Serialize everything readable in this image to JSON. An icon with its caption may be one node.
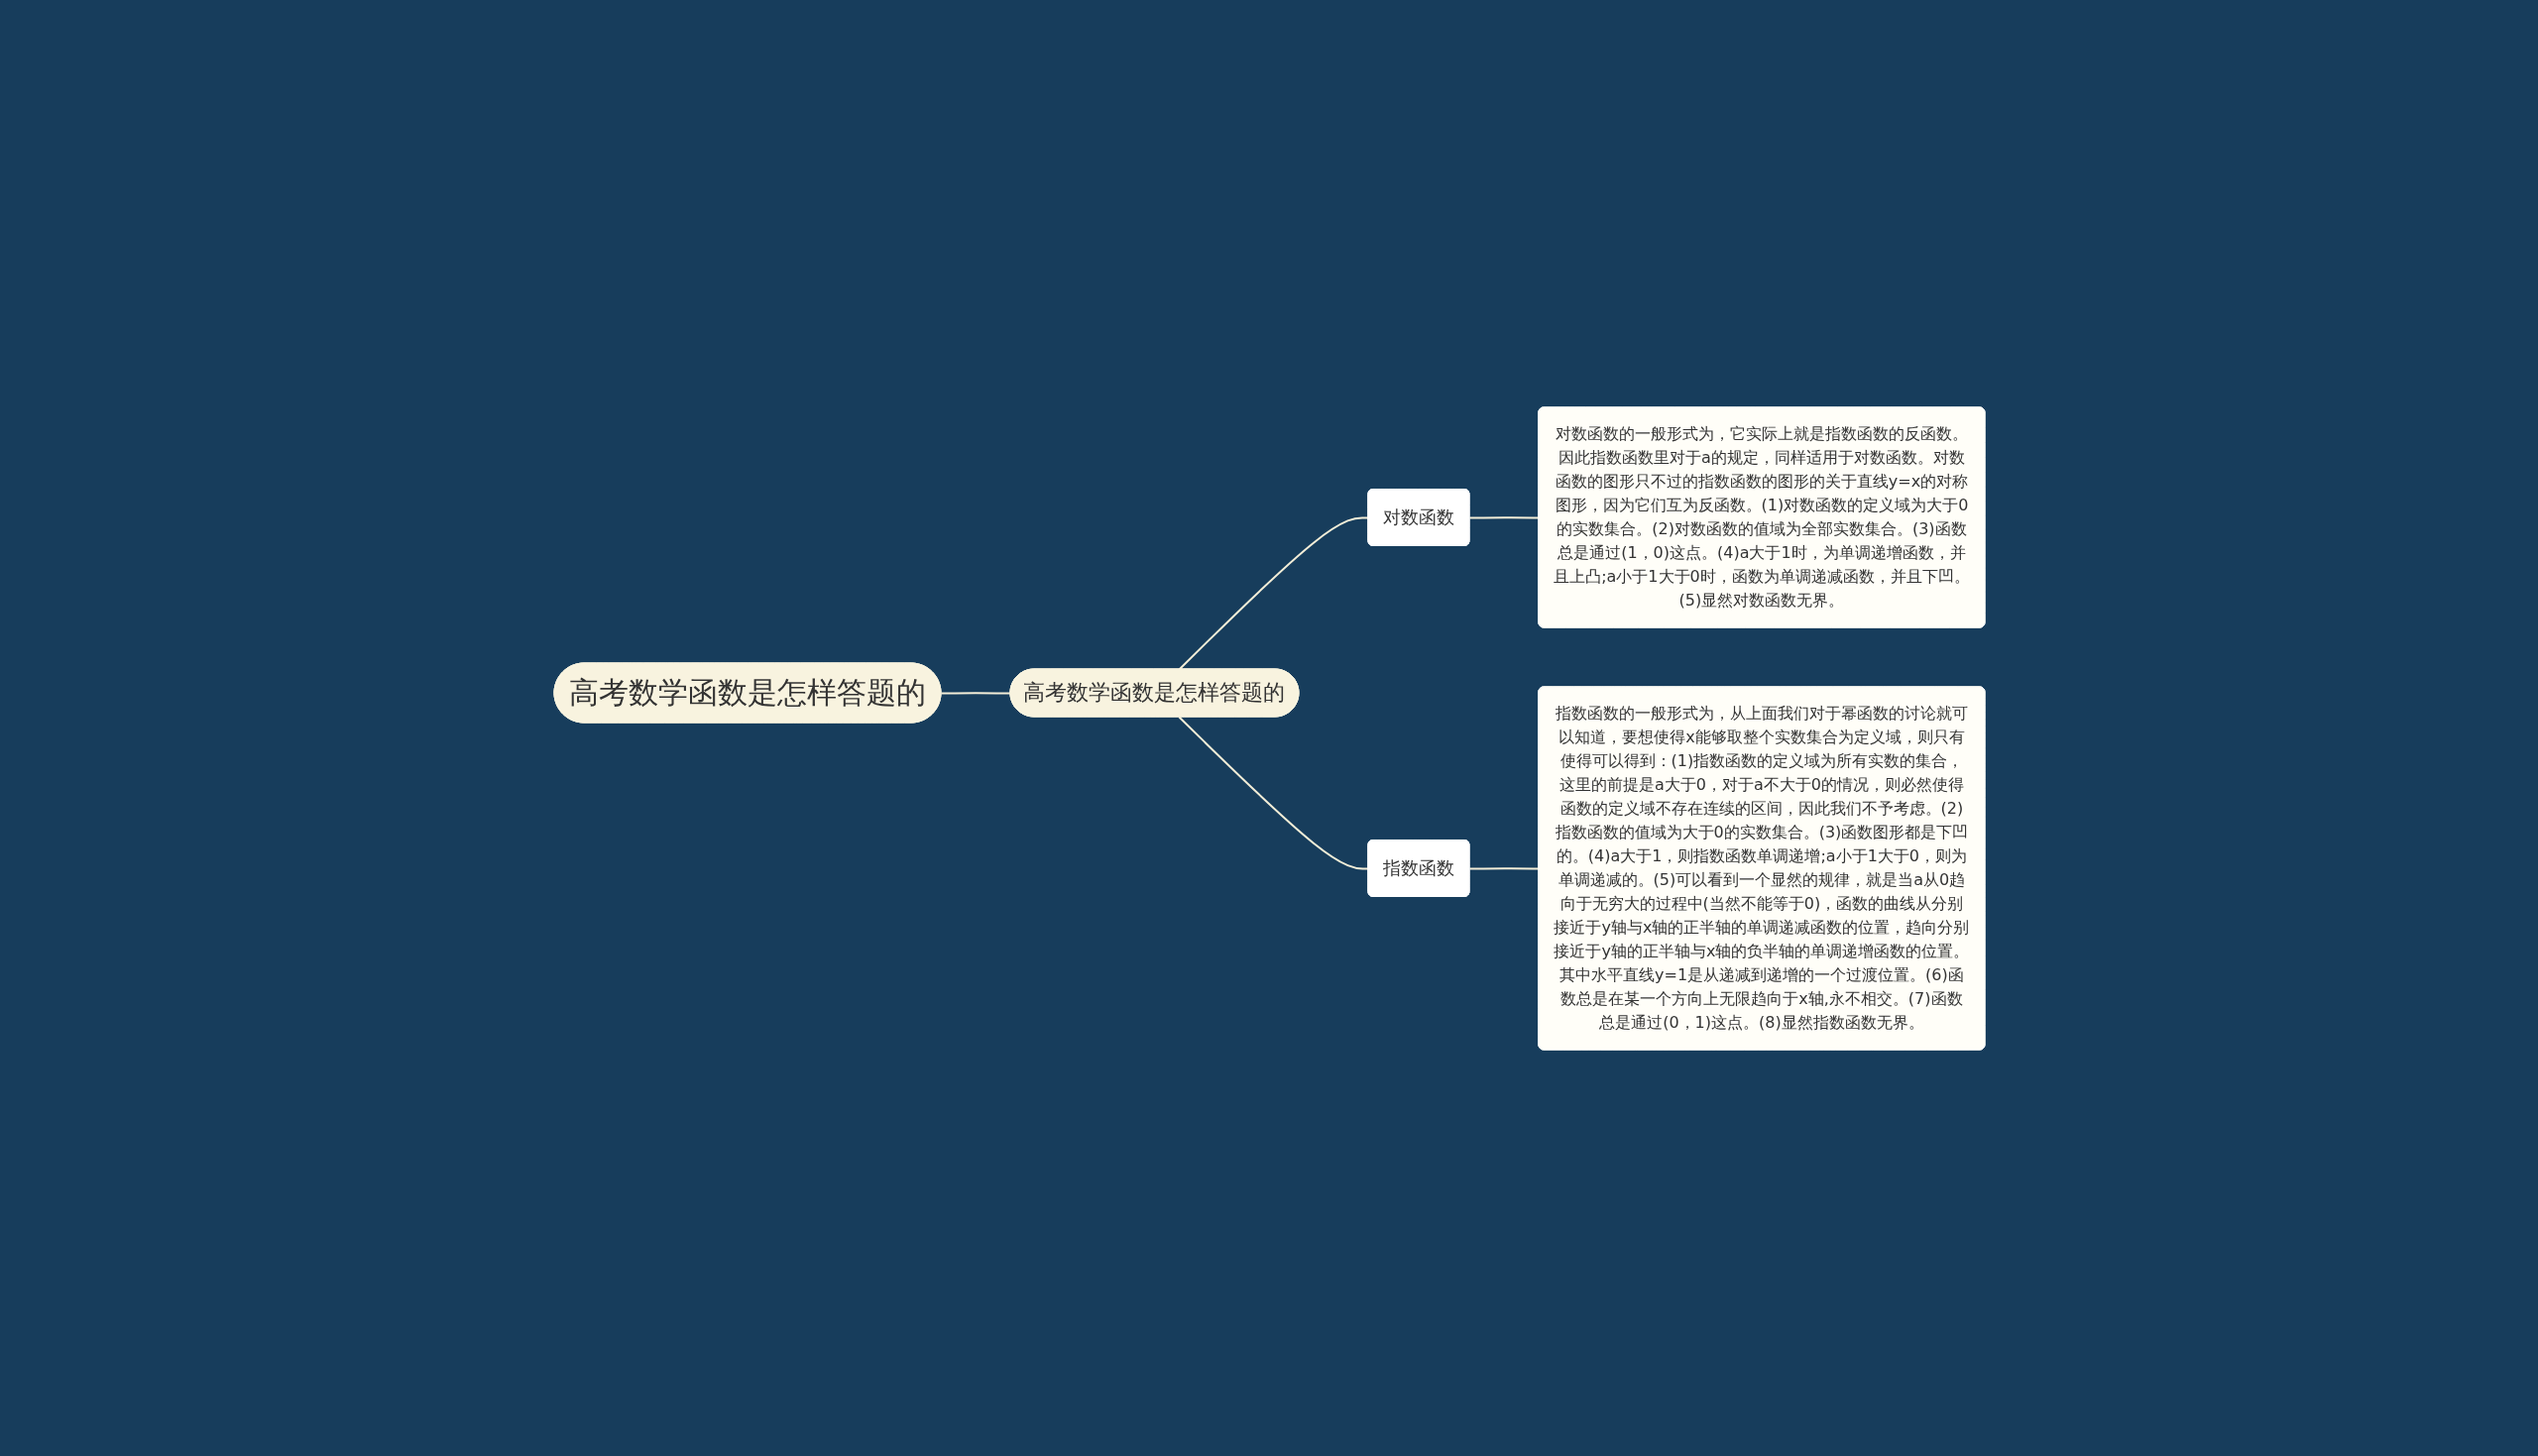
{
  "diagram": {
    "nodes": [
      {
        "text": [
          "高考数学函数是怎样答题的"
        ]
      },
      {
        "text": [
          "高考数学函数是怎样答题的"
        ]
      },
      {
        "text": [
          "对数函数"
        ]
      },
      {
        "text": [
          "对数函数的一般形式为，它实际上就是指数函数的反函数。因此指数函数里对于a的规定，同样适用于对数函数。对数函数的图形只不过的指数函数的图形的关于直线y=x的对称图形，因为它们互为反函数。(1)对数函数的定义域为大于0的实数集合。(2)对数函数的值域为全部实数集合。(3)函数总是通过(1，0)这点。(4)a大于1时，为单调递增函数，并且上凸;a小于1大于0时，函数为单调递减函数，并且下凹。(5)显然对数函数无界。"
        ]
      },
      {
        "text": [
          "指数函数"
        ]
      },
      {
        "text": [
          "指数函数的一般形式为，从上面我们对于幂函数的讨论就可以知道，要想使得x能够取整个实数集合为定义域，则只有使得可以得到：(1)指数函数的定义域为所有实数的集合，这里的前提是a大于0，对于a不大于0的情况，则必然使得函数的定义域不存在连续的区间，因此我们不予考虑。(2)指数函数的值域为大于0的实数集合。(3)函数图形都是下凹的。(4)a大于1，则指数函数单调递增;a小于1大于0，则为单调递减的。(5)可以看到一个显然的规律，就是当a从0趋向于无穷大的过程中(当然不能等于0)，函数的曲线从分别接近于y轴与x轴的正半轴的单调递减函数的位置，趋向分别接近于y轴的正半轴与x轴的负半轴的单调递增函数的位置。其中水平直线y=1是从递减到递增的一个过渡位置。(6)函数总是在某一个方向上无限趋向于x轴,永不相交。(7)函数总是通过(0，1)这点。(8)显然指数函数无界。"
        ]
      }
    ],
    "edges": [
      {
        "from": 0,
        "to": 1,
        "arrow": "none"
      },
      {
        "from": 1,
        "to": 2,
        "arrow": "none"
      },
      {
        "from": 2,
        "to": 3,
        "arrow": "none"
      },
      {
        "from": 1,
        "to": 4,
        "arrow": "none"
      },
      {
        "from": 4,
        "to": 5,
        "arrow": "none"
      }
    ]
  }
}
